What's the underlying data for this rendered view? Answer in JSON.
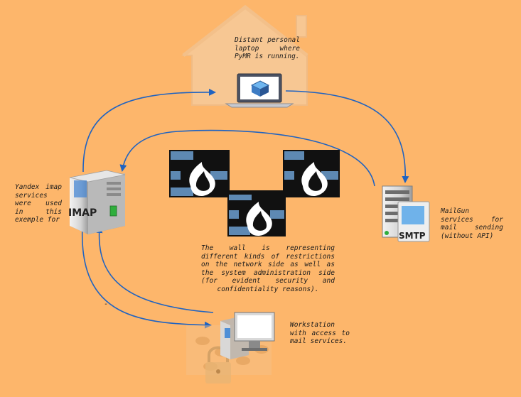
{
  "labels": {
    "laptop": "Distant personal laptop where PyMR is running.",
    "yandex": "Yandex imap services were used in this exemple for",
    "mailgun": "MailGun services for mail sending (without API)",
    "wall": "The wall is representing different kinds of restrictions on the network side as well as the system administration side (for evident security and confidentiality reasons).",
    "workstation": "Workstation with access to mail services.",
    "imap_badge": "IMAP",
    "smtp_badge": "SMTP",
    "dash": "-"
  },
  "colors": {
    "background": "#fdb66b",
    "arrow": "#1f63c1",
    "brick_dark": "#111111",
    "brick_blue": "#5e89b3",
    "flame": "#ffffff",
    "house": "#f7c793"
  },
  "icons": {
    "house": "house-icon",
    "laptop": "laptop-icon",
    "imap_server": "imap-server-icon",
    "smtp_server": "smtp-server-icon",
    "firewall": "firewall-icon",
    "workstation": "workstation-icon",
    "lock": "padlock-icon"
  }
}
